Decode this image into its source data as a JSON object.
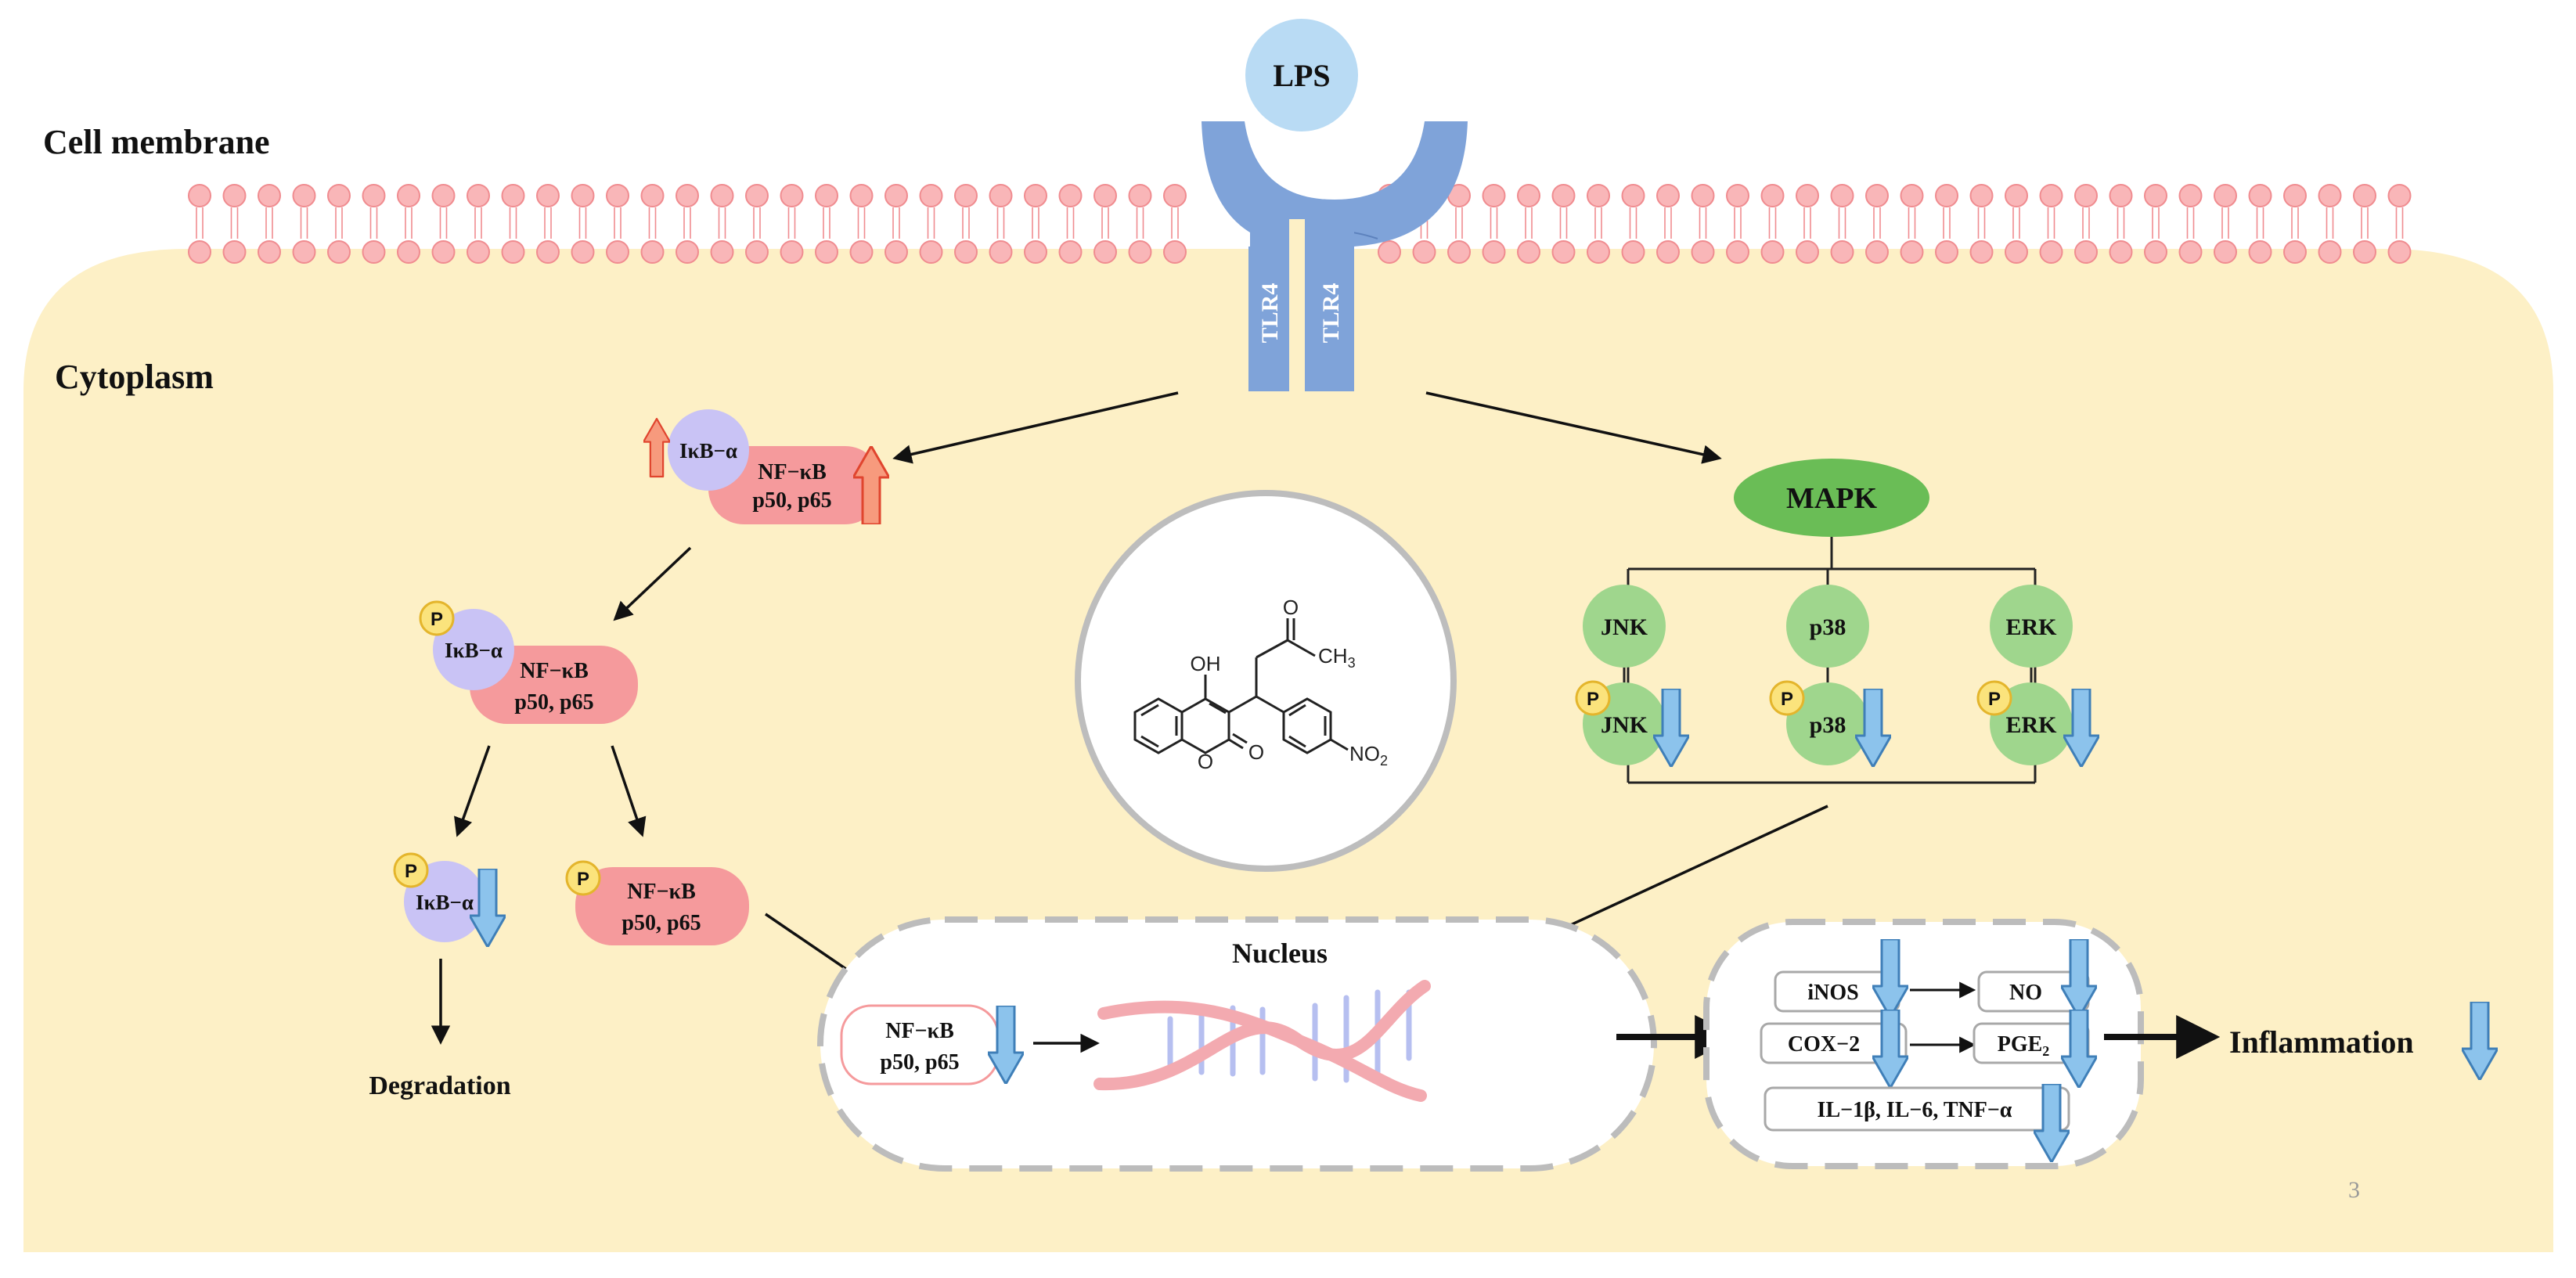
{
  "labels": {
    "cell_membrane": "Cell membrane",
    "cytoplasm": "Cytoplasm",
    "lps": "LPS",
    "tlr4": "TLR4",
    "nucleus": "Nucleus",
    "degradation": "Degradation",
    "inflammation": "Inflammation",
    "page_number": "3"
  },
  "nfkb_pathway": {
    "ikb": "IκB−α",
    "nfkb": "NF−κB",
    "subunits": "p50, p65",
    "phospho": "P"
  },
  "mapk_pathway": {
    "mapk": "MAPK",
    "kinases": [
      "JNK",
      "p38",
      "ERK"
    ],
    "phospho": "P"
  },
  "compound": {
    "oh": "OH",
    "ketone_o": "O",
    "ch3": "CH",
    "ch3_sub": "3",
    "ring_o": "O",
    "carbonyl_o": "O",
    "no2": "NO",
    "no2_sub": "2"
  },
  "mediators": {
    "inos": "iNOS",
    "no": "NO",
    "cox2": "COX−2",
    "pge": "PGE",
    "pge_sub": "2",
    "cytokines": "IL−1β, IL−6, TNF−α"
  },
  "colors": {
    "cytoplasm": "#fdf0c6",
    "membrane": "#f9b6b8",
    "receptor": "#7fa3d9",
    "lps": "#b9dbf4",
    "ikb": "#c9c3f5",
    "nfkb": "#f59a9c",
    "mapk": "#6abd56",
    "kinase": "#9fd68d",
    "phospho": "#fbe37c",
    "down_arrow": "#8cc3ec",
    "up_arrow": "#f79a7d",
    "dna": "#f3aab0",
    "dna_rungs": "#b6bff0"
  }
}
